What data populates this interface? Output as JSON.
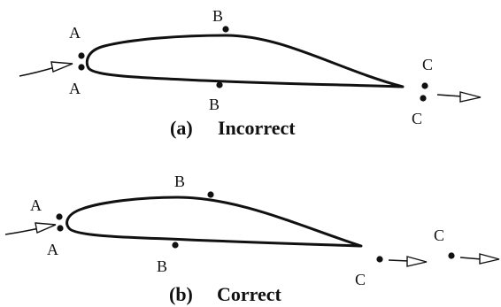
{
  "panels": [
    {
      "caption_letter": "(a)",
      "caption_text": "Incorrect",
      "labels": {
        "upper_leading": "A",
        "lower_leading": "A",
        "upper_mid": "B",
        "lower_mid": "B",
        "upper_trailing": "C",
        "lower_trailing": "C"
      }
    },
    {
      "caption_letter": "(b)",
      "caption_text": "Correct",
      "labels": {
        "upper_leading": "A",
        "lower_leading": "A",
        "upper_mid": "B",
        "lower_mid": "B",
        "lower_trailing": "C",
        "upper_trailing": "C"
      }
    }
  ]
}
